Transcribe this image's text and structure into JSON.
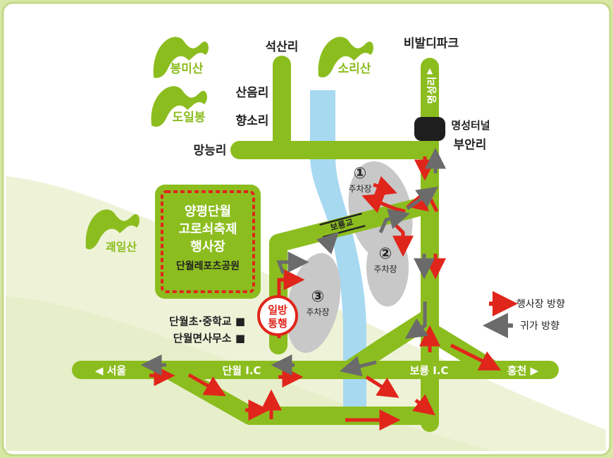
{
  "mountains": {
    "bongmisan": "봉미산",
    "doilbong": "도일봉",
    "sorisan": "소리산",
    "gwaeilsan": "괘일산"
  },
  "villages": {
    "seoksanri": "석산리",
    "sanumri": "산음리",
    "hyangsori": "향소리",
    "mangneungri": "망능리",
    "bibaldipark": "비발디파크",
    "buanri": "부안리"
  },
  "road_labels": {
    "myeongseongri": "명성리",
    "myeongseong_tunnel": "명성터널",
    "boryonggyo": "보룡교",
    "seoul": "◀ 서울",
    "dangwol_ic": "단월 I.C",
    "boryong_ic": "보룡 I.C",
    "hongcheon": "홍천 ▶"
  },
  "venue": {
    "line1": "양평단월",
    "line2": "고로쇠축제",
    "line3": "행사장",
    "line4": "단월레포츠공원"
  },
  "parking": [
    {
      "num": "①",
      "label": "주차장"
    },
    {
      "num": "②",
      "label": "주차장"
    },
    {
      "num": "③",
      "label": "주차장"
    }
  ],
  "oneway": {
    "line1": "일방",
    "line2": "통행"
  },
  "landmarks": {
    "school": "단월초·중학교 ■",
    "office": "단월면사무소 ■"
  },
  "legend": {
    "to_venue": "행사장 방향",
    "return": "귀가 방향"
  },
  "colors": {
    "background": "#d8e6a6",
    "panel": "#ffffff",
    "road": "#8cbd1f",
    "road_dark": "#5b8a12",
    "river": "#a7d9f1",
    "parking": "#c8c8c8",
    "to_venue_arrow": "#e0251b",
    "return_arrow": "#6b6b6b",
    "label_green": "#8cbd1f"
  }
}
